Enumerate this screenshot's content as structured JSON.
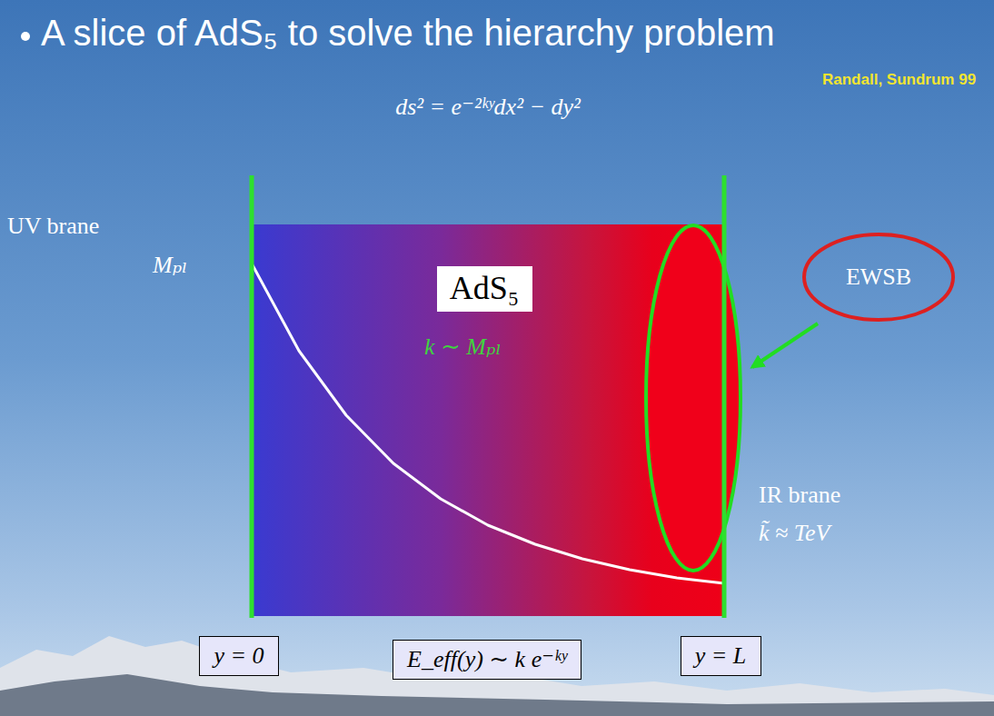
{
  "diagram": {
    "title": "A slice of AdS₅ to solve the hierarchy problem",
    "nodes": [
      {
        "text": [
          "k ∼ Mₚₗ"
        ]
      },
      {
        "text": [
          "AdS₅"
        ],
        "in": 0
      },
      {
        "text": [
          "EWSB"
        ]
      },
      {
        "text": [
          "y = 0"
        ]
      },
      {
        "text": [
          "E_eff(y) ∼ k e⁻ᵏʸ"
        ]
      },
      {
        "text": [
          "y = L"
        ]
      }
    ],
    "labels": [
      "Randall, Sundrum 99",
      "ds² = e⁻²ᵏʸdx² − dy²",
      "UV brane",
      "Mₚₗ",
      "IR brane",
      "k̃ ≈ TeV"
    ]
  }
}
